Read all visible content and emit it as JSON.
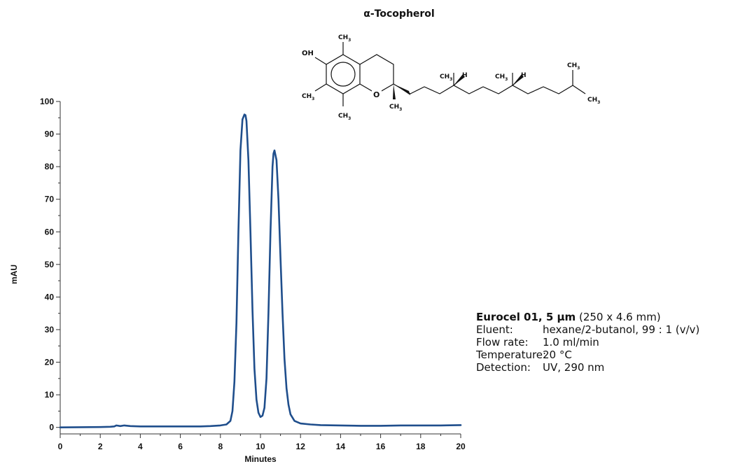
{
  "figure": {
    "title": "α-Tocopherol",
    "column": {
      "name": "Eurocel 01, 5 µm",
      "dimensions": "(250 x 4.6 mm)"
    },
    "conditions": [
      {
        "label": "Eluent:",
        "value": "hexane/2-butanol, 99 : 1 (v/v)"
      },
      {
        "label": "Flow rate:",
        "value": "1.0 ml/min"
      },
      {
        "label": "Temperature:",
        "value": "20 °C"
      },
      {
        "label": "Detection:",
        "value": "UV, 290 nm"
      }
    ],
    "molecule_labels": {
      "oh": "OH",
      "o": "O",
      "ch3": "CH",
      "ch3_sub": "3",
      "h": "H"
    }
  },
  "chart_data": {
    "type": "line",
    "xlabel": "Minutes",
    "ylabel": "mAU",
    "xlim": [
      0,
      20
    ],
    "ylim": [
      -2,
      100
    ],
    "xticks": [
      0,
      2,
      4,
      6,
      8,
      10,
      12,
      14,
      16,
      18,
      20
    ],
    "yticks": [
      0,
      10,
      20,
      30,
      40,
      50,
      60,
      70,
      80,
      90,
      100
    ],
    "line_color": "#1f4e8c",
    "series": [
      {
        "x": [
          0,
          2,
          2.5,
          2.7,
          2.8,
          3.0,
          3.2,
          3.5,
          4,
          5,
          6,
          7,
          7.5,
          8.0,
          8.3,
          8.5,
          8.6,
          8.7,
          8.8,
          8.9,
          9.0,
          9.1,
          9.2,
          9.25,
          9.3,
          9.4,
          9.5,
          9.6,
          9.7,
          9.8,
          9.9,
          10.0,
          10.1,
          10.2,
          10.3,
          10.4,
          10.5,
          10.6,
          10.65,
          10.7,
          10.8,
          10.9,
          11.0,
          11.1,
          11.2,
          11.3,
          11.4,
          11.5,
          11.7,
          12.0,
          12.5,
          13.0,
          14,
          15,
          16,
          17,
          18,
          19,
          20
        ],
        "y": [
          0.0,
          0.1,
          0.2,
          0.3,
          0.6,
          0.4,
          0.6,
          0.4,
          0.3,
          0.3,
          0.3,
          0.3,
          0.4,
          0.6,
          0.9,
          2.0,
          5.0,
          14.0,
          32.0,
          60.0,
          85.0,
          94.5,
          96.0,
          95.8,
          94.0,
          82.0,
          60.0,
          36.0,
          18.0,
          8.5,
          4.5,
          3.2,
          3.6,
          6.0,
          15.0,
          35.0,
          60.0,
          80.0,
          84.0,
          85.0,
          82.0,
          70.0,
          52.0,
          35.0,
          21.0,
          12.0,
          7.0,
          4.0,
          2.0,
          1.2,
          0.9,
          0.7,
          0.6,
          0.5,
          0.5,
          0.6,
          0.6,
          0.6,
          0.7
        ]
      }
    ]
  }
}
